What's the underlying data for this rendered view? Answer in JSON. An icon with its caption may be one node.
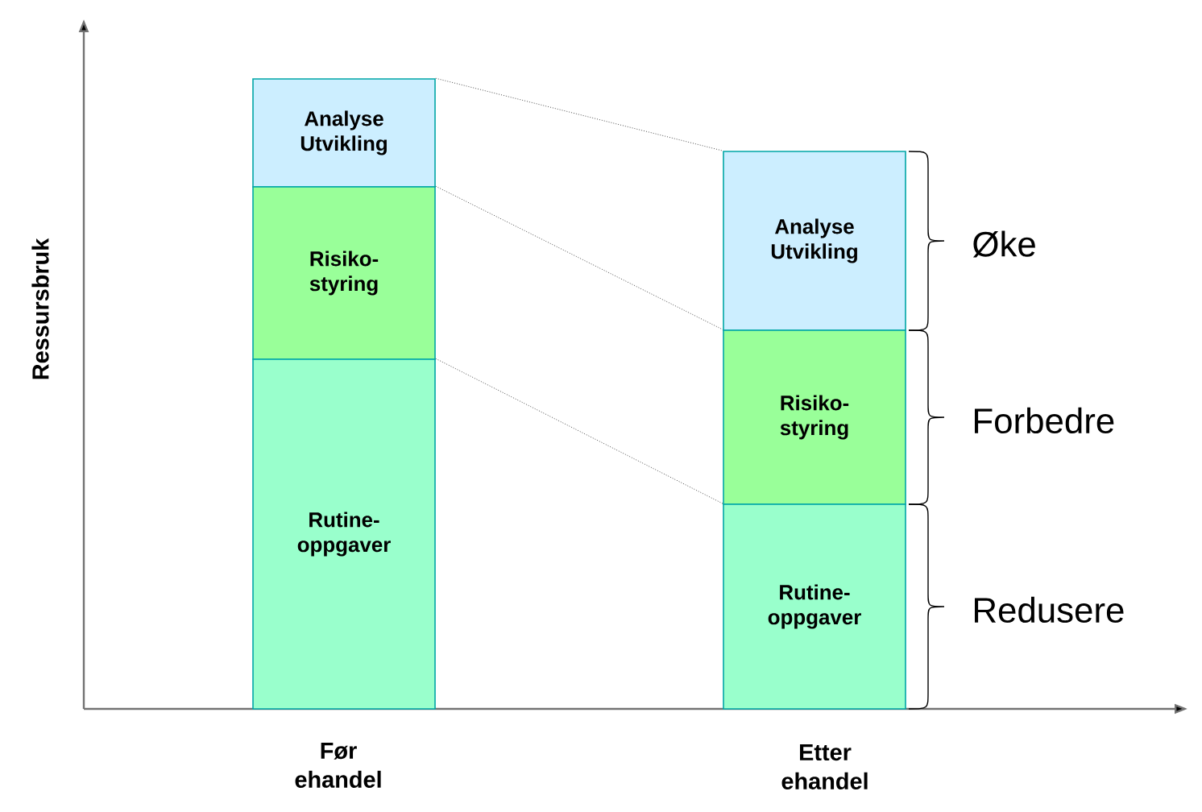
{
  "diagram": {
    "nodes": [
      {
        "text": [
          "Analyse Utvikling"
        ]
      },
      {
        "text": [
          "Risiko- styring"
        ]
      },
      {
        "text": [
          "Rutine- oppgaver"
        ]
      },
      {
        "text": [
          "Analyse Utvikling"
        ],
        "beside": [
          "Øke"
        ]
      },
      {
        "text": [
          "Risiko- styring"
        ],
        "beside": [
          "Forbedre"
        ]
      },
      {
        "text": [
          "Rutine- oppgaver"
        ],
        "beside": [
          "Redusere"
        ]
      }
    ],
    "edges": [
      {
        "from": 0,
        "to": 3,
        "arrow": "none",
        "style": "dashed"
      },
      {
        "from": 1,
        "to": 4,
        "arrow": "none",
        "style": "dashed"
      },
      {
        "from": 2,
        "to": 5,
        "arrow": "none",
        "style": "dashed"
      }
    ],
    "labels": [
      "Ressursbruk",
      "Før ehandel",
      "Etter ehandel"
    ]
  }
}
